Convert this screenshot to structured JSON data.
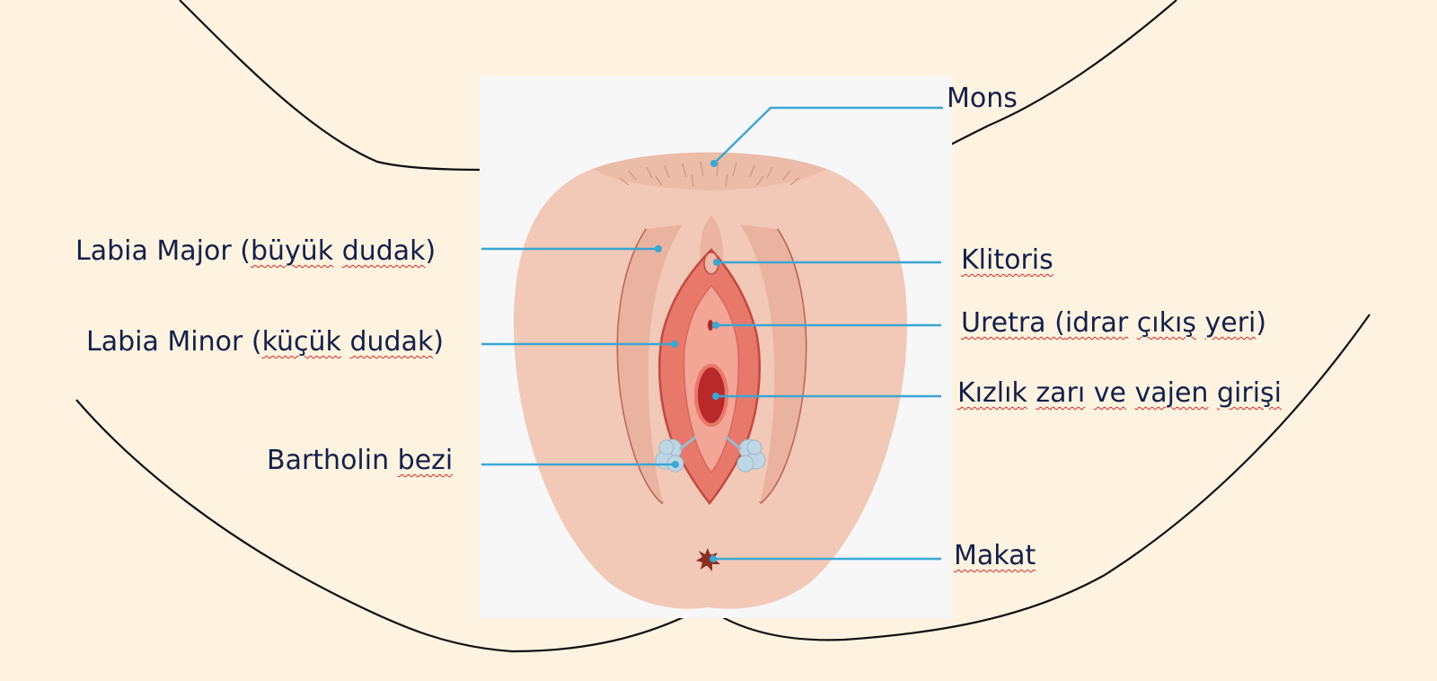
{
  "labels": {
    "mons": "Mons",
    "labia_major": {
      "a": "Labia Major (",
      "b": "büyük",
      "c": " ",
      "d": "dudak",
      "e": ")"
    },
    "labia_minor": {
      "a": "Labia Minor (",
      "b": "küçük",
      "c": " ",
      "d": "dudak",
      "e": ")"
    },
    "bartholin": {
      "a": "Bartholin ",
      "b": "bezi"
    },
    "klitoris": "Klitoris",
    "uretra": {
      "a": "Uretra (",
      "b": "idrar",
      "c": " ",
      "d": "çıkış",
      "e": " ",
      "f": "yeri",
      "g": ")"
    },
    "kizlik": {
      "a": "Kızlık",
      "b": " ",
      "c": "zarı",
      "d": " ",
      "e": "ve",
      "f": " ",
      "g": "vajen",
      "h": " ",
      "i": "girişi"
    },
    "makat": "Makat"
  },
  "colors": {
    "background": "#fdf3e0",
    "panel": "#f7f7f8",
    "skin": "#f2c8b6",
    "skin_dark": "#e7ad99",
    "labia_minor": "#e8786a",
    "vestibule": "#f3a596",
    "opening": "#b9282a",
    "bartholin": "#bfd6e4",
    "leader": "#3aa6d2",
    "label_text": "#14204a",
    "spellcheck": "#d22"
  }
}
